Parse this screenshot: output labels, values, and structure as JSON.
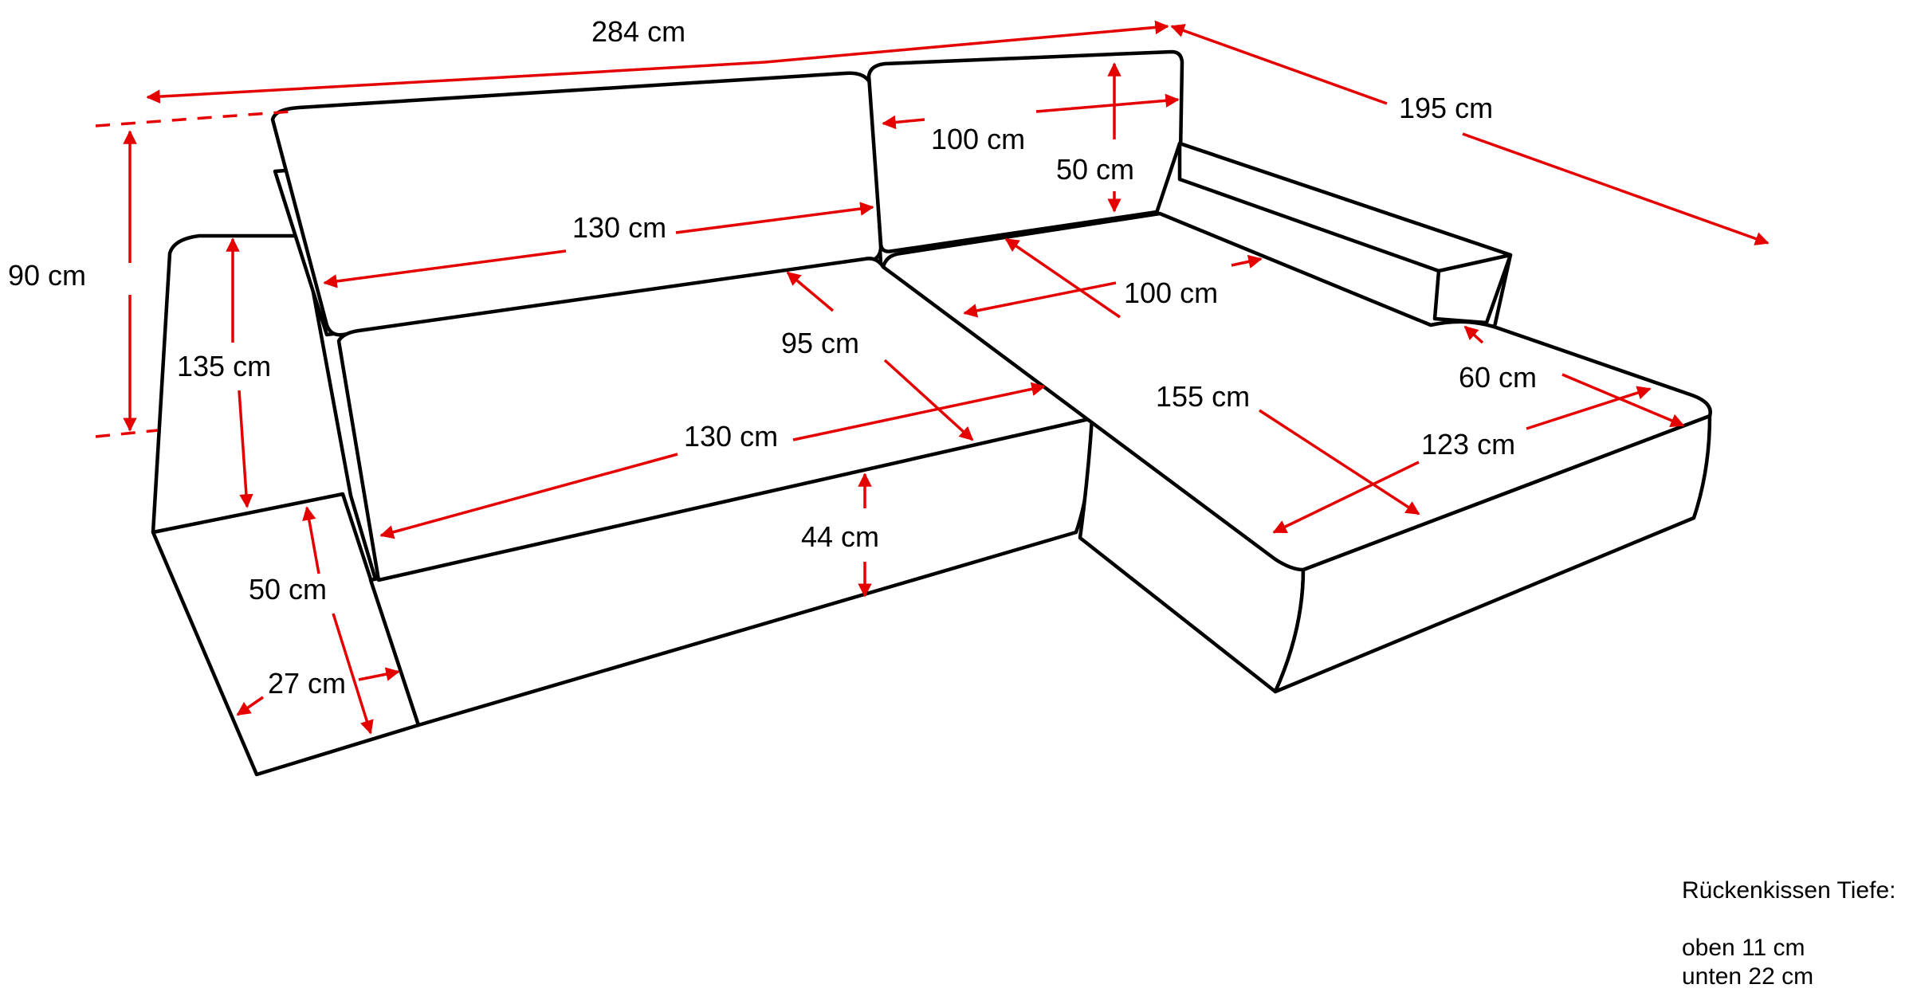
{
  "colors": {
    "dimension": "#e50000",
    "outline": "#000000",
    "background": "#ffffff"
  },
  "dimensions": {
    "total_width": "284 cm",
    "total_depth": "195 cm",
    "back_height": "90 cm",
    "armrest_height": "135 cm",
    "armrest_depth": "50 cm",
    "armrest_width": "27 cm",
    "back_cushion_left_width": "130 cm",
    "seat_left_width": "130 cm",
    "seat_depth": "95 cm",
    "seat_height": "44 cm",
    "back_cushion_right_width": "100 cm",
    "back_cushion_right_height": "50 cm",
    "chaise_back_width": "100 cm",
    "chaise_length": "155 cm",
    "chaise_width": "123 cm",
    "chaise_armrest": "60 cm"
  },
  "note": {
    "title": "Rückenkissen Tiefe:",
    "line_top": "oben 11 cm",
    "line_bottom": "unten 22 cm"
  }
}
